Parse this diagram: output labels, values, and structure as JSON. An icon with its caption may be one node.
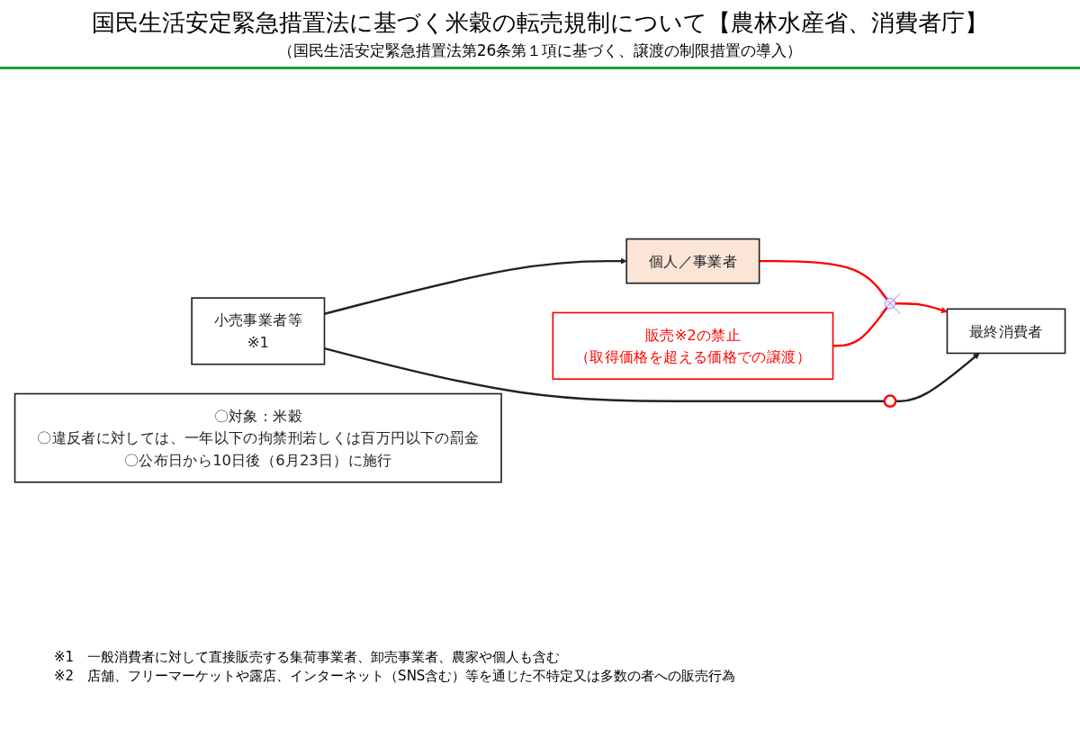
{
  "diagram": {
    "title": "国民生活安定緊急措置法に基づく米穀の転売規制について【農林水産省、消費者庁】",
    "nodes": [
      {
        "text": [
          "小売事業者等",
          "※1"
        ]
      },
      {
        "text": [
          "個人／事業者"
        ]
      },
      {
        "text": [
          "最終消費者"
        ]
      },
      {
        "text": [
          "販売※2の禁止",
          "（取得価格を超える価格での譲渡）"
        ]
      },
      {
        "text": [],
        "shape": "cross"
      },
      {
        "text": [],
        "shape": "circle"
      },
      {
        "text": [
          "〇対象：米穀",
          "〇違反者に対しては、一年以下の拘禁刑若しくは百万円以下の罰金",
          "〇公布日から10日後（6月23日）に施行"
        ]
      }
    ],
    "edges": [
      {
        "from": 0,
        "to": 1,
        "arrow": "to"
      },
      {
        "from": 1,
        "to": 4,
        "arrow": "none",
        "color": "#ff0000"
      },
      {
        "from": 4,
        "to": 2,
        "arrow": "to",
        "color": "#ff0000"
      },
      {
        "from": 3,
        "to": 4,
        "arrow": "none",
        "color": "#ff0000"
      },
      {
        "from": 0,
        "to": 5,
        "arrow": "none"
      },
      {
        "from": 5,
        "to": 2,
        "arrow": "to"
      }
    ],
    "labels": [
      "（国民生活安定緊急措置法第26条第１項に基づく、譲渡の制限措置の導入）",
      "※1　一般消費者に対して直接販売する集荷事業者、卸売事業者、農家や個人も含む",
      "※2　店舗、フリーマーケットや露店、インターネット（SNS含む）等を通じた不特定又は多数の者への販売行為"
    ]
  }
}
